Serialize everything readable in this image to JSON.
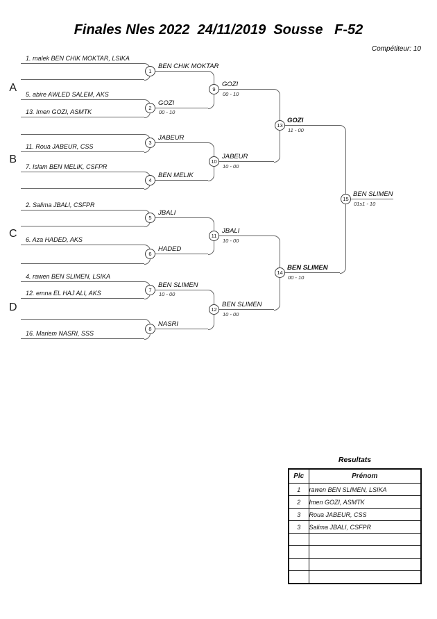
{
  "header": {
    "title": "Finales Nles 2022  24/11/2019  Sousse   F-52",
    "competitor": "Compétiteur: 10"
  },
  "bracket": {
    "groups": [
      {
        "label": "A"
      },
      {
        "label": "B"
      },
      {
        "label": "C"
      },
      {
        "label": "D"
      }
    ],
    "players": {
      "p1": "1. malek BEN CHIK MOKTAR, LSIKA",
      "p2": "5. abire AWLED SALEM, AKS",
      "p3": "13. Imen GOZI, ASMTK",
      "p4": "11. Roua JABEUR, CSS",
      "p5": "7. Islam BEN MELIK, CSFPR",
      "p6": "2. Salima JBALI, CSFPR",
      "p7": "6. Aza HADED, AKS",
      "p8": "4. rawen BEN SLIMEN, LSIKA",
      "p9": "12. emna EL HAJ ALI, AKS",
      "p10": "16. Mariem NASRI, SSS"
    },
    "matches": {
      "m1": {
        "no": "1",
        "winner": "BEN CHIK MOKTAR",
        "score": ""
      },
      "m2": {
        "no": "2",
        "winner": "GOZI",
        "score": "00 - 10"
      },
      "m3": {
        "no": "3",
        "winner": "JABEUR",
        "score": ""
      },
      "m4": {
        "no": "4",
        "winner": "BEN MELIK",
        "score": ""
      },
      "m5": {
        "no": "5",
        "winner": "JBALI",
        "score": ""
      },
      "m6": {
        "no": "6",
        "winner": "HADED",
        "score": ""
      },
      "m7": {
        "no": "7",
        "winner": "BEN SLIMEN",
        "score": "10 - 00"
      },
      "m8": {
        "no": "8",
        "winner": "NASRI",
        "score": ""
      },
      "m9": {
        "no": "9",
        "winner": "GOZI",
        "score": "00 - 10"
      },
      "m10": {
        "no": "10",
        "winner": "JABEUR",
        "score": "10 - 00"
      },
      "m11": {
        "no": "11",
        "winner": "JBALI",
        "score": "10 - 00"
      },
      "m12": {
        "no": "12",
        "winner": "BEN SLIMEN",
        "score": "10 - 00"
      },
      "m13": {
        "no": "13",
        "winner": "GOZI",
        "score": "11 - 00"
      },
      "m14": {
        "no": "14",
        "winner": "BEN SLIMEN",
        "score": "00 - 10"
      },
      "m15": {
        "no": "15",
        "winner": "BEN SLIMEN",
        "score": "01s1 - 10"
      }
    }
  },
  "results": {
    "title": "Resultats",
    "headers": {
      "plc": "Plc",
      "prenom": "Prénom"
    },
    "rows": [
      {
        "plc": "1",
        "name": "rawen BEN SLIMEN, LSIKA"
      },
      {
        "plc": "2",
        "name": "Imen GOZI, ASMTK"
      },
      {
        "plc": "3",
        "name": "Roua JABEUR, CSS"
      },
      {
        "plc": "3",
        "name": "Salima JBALI, CSFPR"
      }
    ]
  },
  "colors": {
    "line": "#646464",
    "text": "#161616",
    "tableborder": "#0d0d0d"
  }
}
